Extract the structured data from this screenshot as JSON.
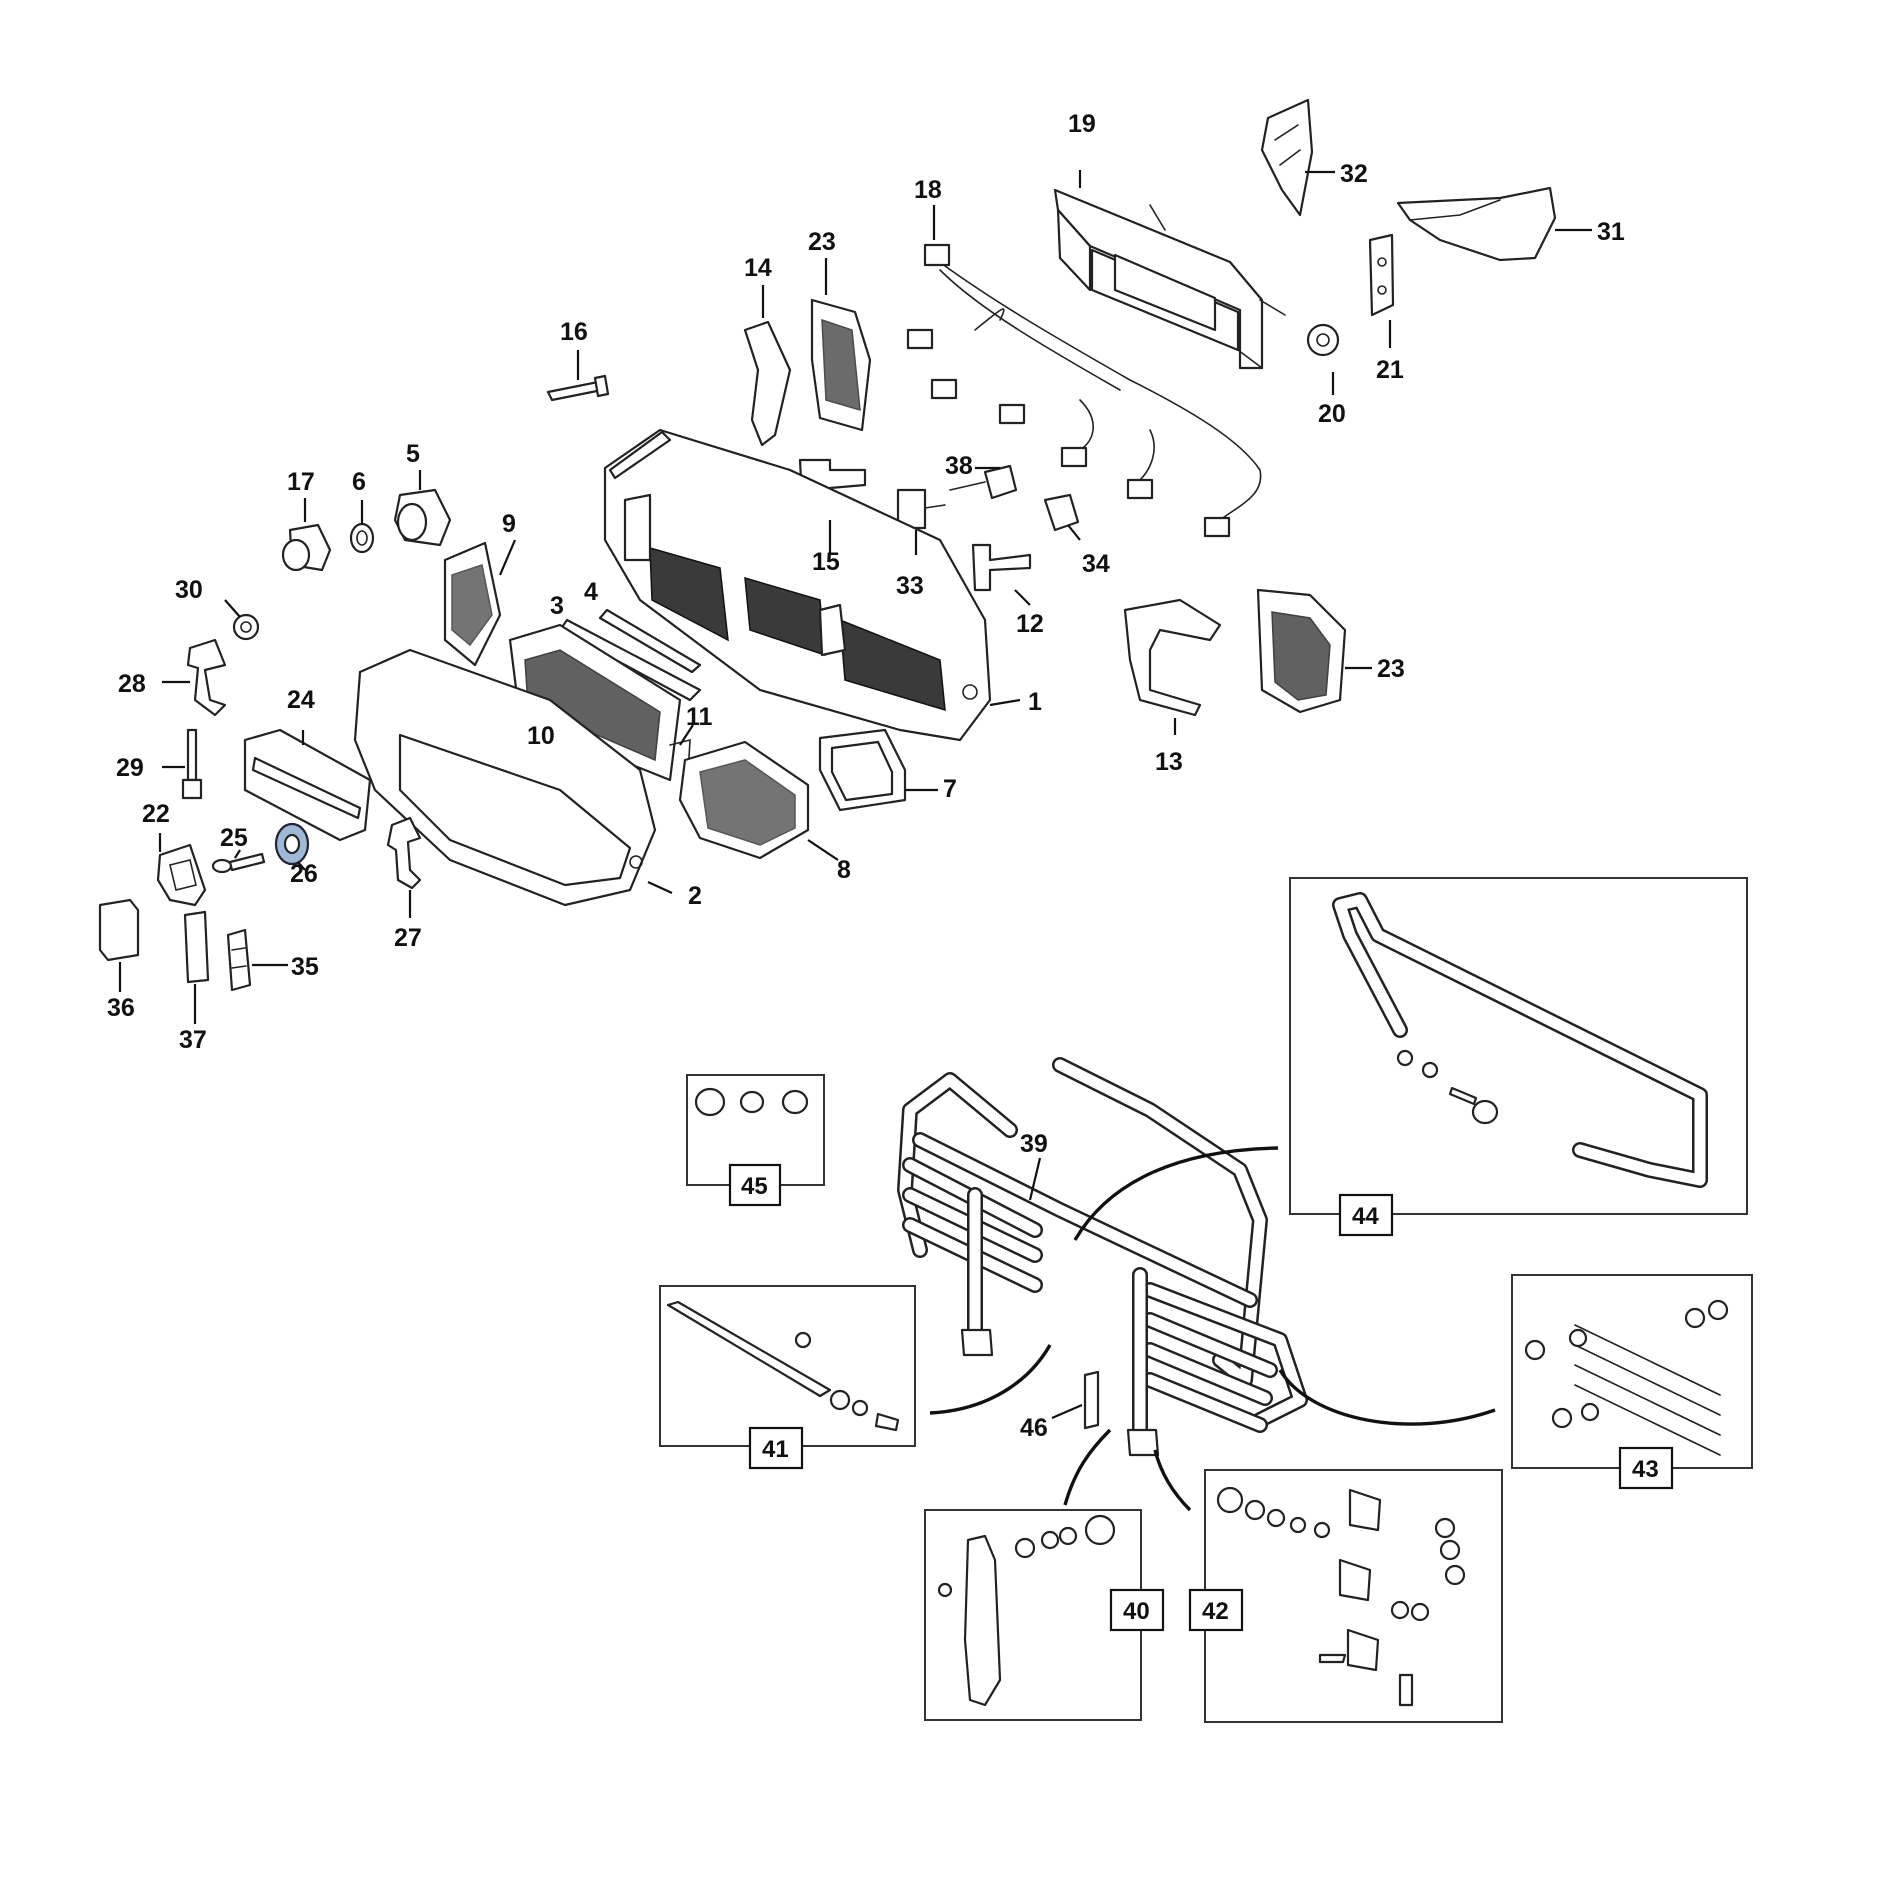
{
  "callouts": {
    "c1": "1",
    "c2": "2",
    "c3": "3",
    "c4": "4",
    "c5": "5",
    "c6": "6",
    "c7": "7",
    "c8": "8",
    "c9": "9",
    "c10": "10",
    "c11": "11",
    "c12": "12",
    "c13": "13",
    "c14": "14",
    "c15": "15",
    "c16": "16",
    "c17": "17",
    "c18": "18",
    "c19": "19",
    "c20": "20",
    "c21": "21",
    "c22": "22",
    "c23a": "23",
    "c23b": "23",
    "c24": "24",
    "c25": "25",
    "c26": "26",
    "c27": "27",
    "c28": "28",
    "c29": "29",
    "c30": "30",
    "c31": "31",
    "c32": "32",
    "c33": "33",
    "c34": "34",
    "c35": "35",
    "c36": "36",
    "c37": "37",
    "c38": "38",
    "c39": "39",
    "c46": "46"
  },
  "detail_boxes": {
    "d40": "40",
    "d41": "41",
    "d42": "42",
    "d43": "43",
    "d44": "44",
    "d45": "45"
  }
}
